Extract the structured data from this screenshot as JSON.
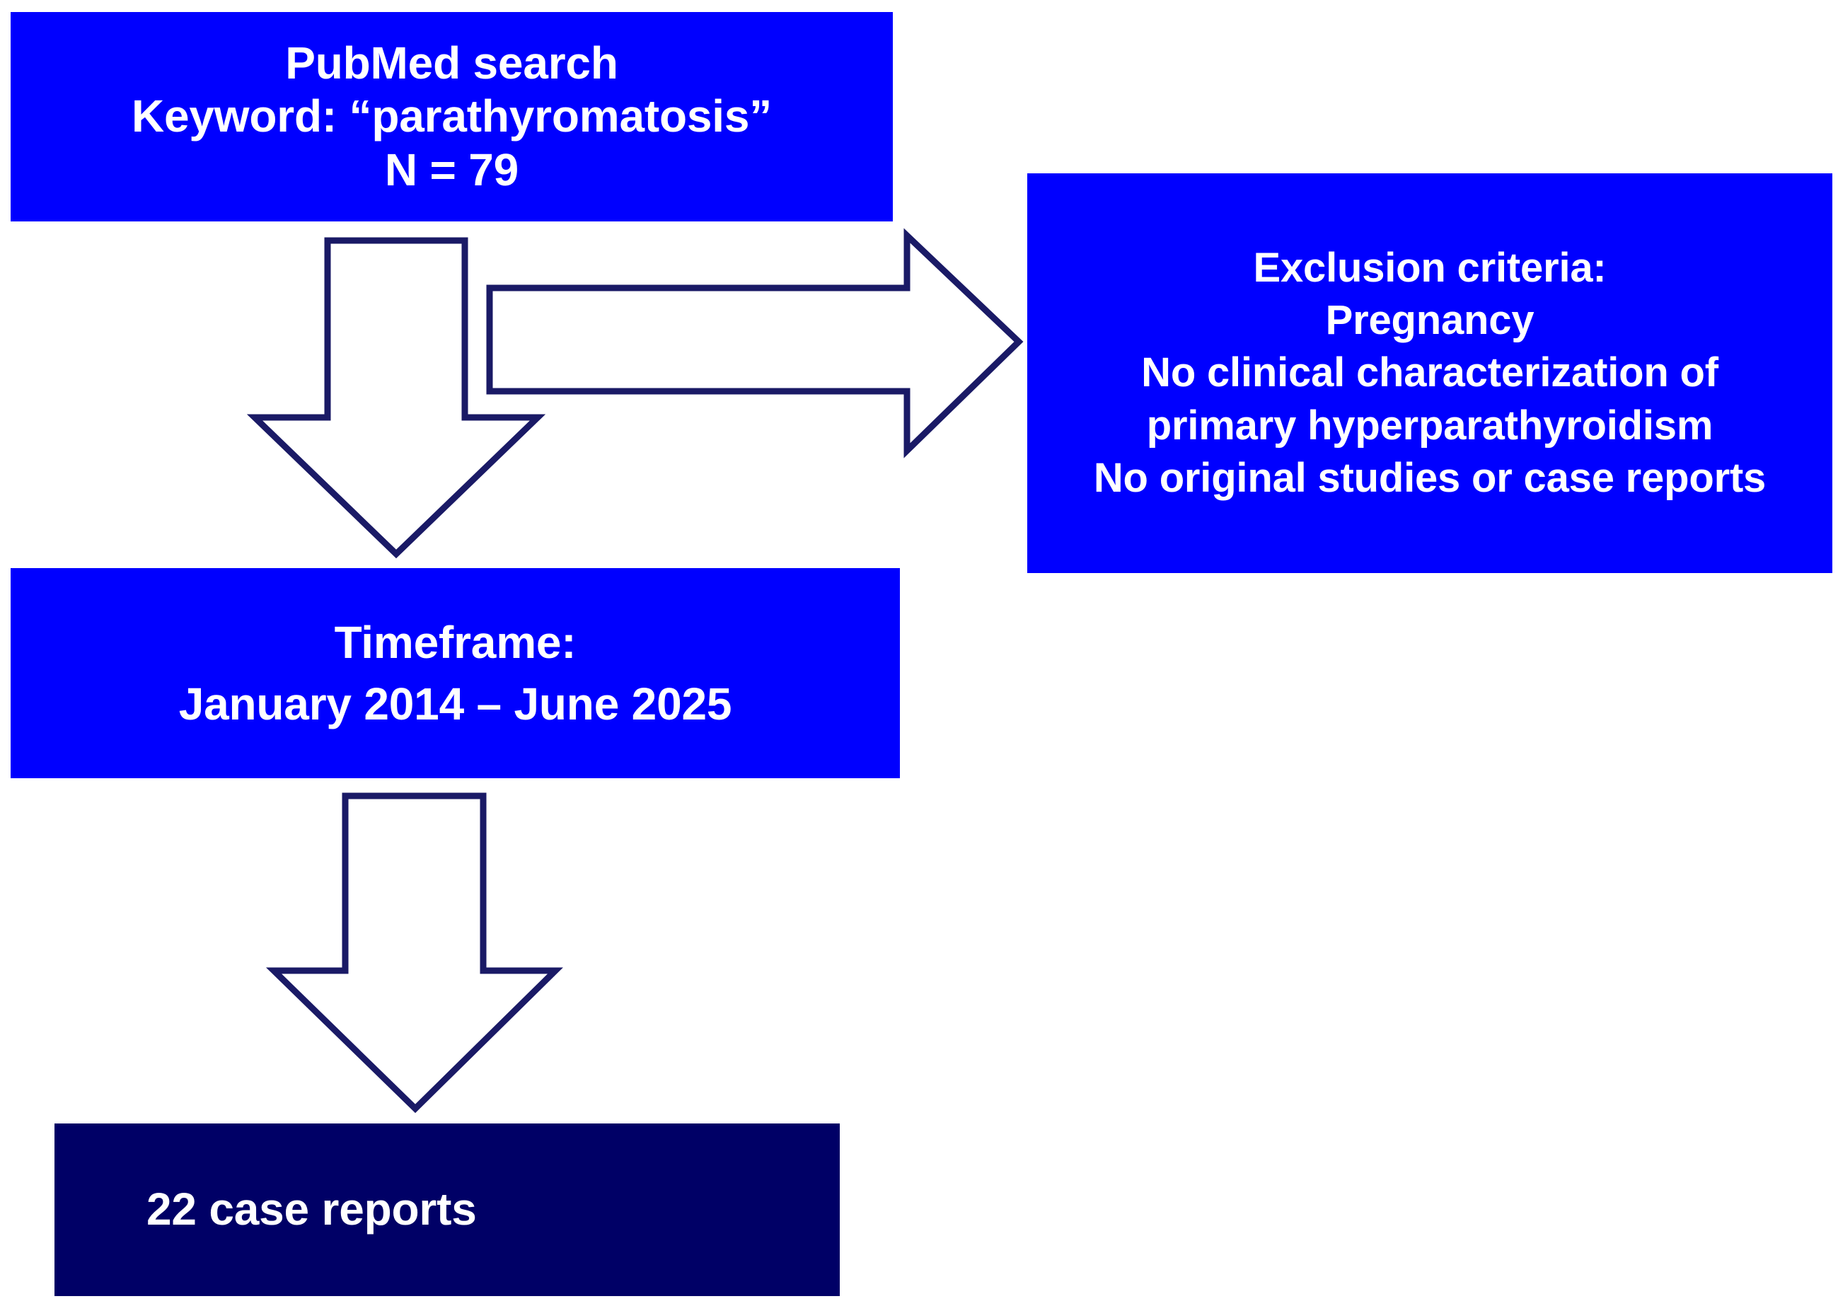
{
  "figure": {
    "type": "flowchart",
    "orientation": "top-to-bottom with one lateral exclusion branch",
    "background_color": "#ffffff"
  },
  "colors": {
    "box_primary": "#0000ff",
    "box_result": "#000066",
    "box_text": "#ffffff",
    "arrow_fill": "#ffffff",
    "arrow_stroke": "#1a1a66"
  },
  "nodes": {
    "pubmed_search": {
      "lines": [
        "PubMed search",
        "Keyword: “parathyromatosis”",
        "N = 79"
      ],
      "line1": "PubMed search",
      "line2": "Keyword: “parathyromatosis”",
      "line3": "N = 79",
      "count_label": "N = 79",
      "count_value": 79,
      "color": "#0000ff"
    },
    "exclusion_criteria": {
      "lines": [
        "Exclusion criteria:",
        "Pregnancy",
        "No clinical characterization of",
        "primary hyperparathyroidism",
        "No original studies or case reports"
      ],
      "line1": "Exclusion criteria:",
      "line2": "Pregnancy",
      "line3": "No clinical characterization of",
      "line4": "primary hyperparathyroidism",
      "line5": "No original studies or case reports",
      "color": "#0000ff"
    },
    "timeframe": {
      "lines": [
        "Timeframe:",
        "January 2014 – June 2025"
      ],
      "line1": "Timeframe:",
      "line2": "January 2014 – June 2025",
      "start": "January 2014",
      "end": "June 2025",
      "color": "#0000ff"
    },
    "result": {
      "lines": [
        "22 case reports"
      ],
      "line1": "22 case reports",
      "count_value": 22,
      "color": "#000066"
    }
  },
  "edges": [
    {
      "name": "pubmed-to-timeframe",
      "direction": "down",
      "from": "pubmed_search",
      "to": "timeframe",
      "style": "hollow-block-arrow"
    },
    {
      "name": "pubmed-to-exclusion",
      "direction": "right",
      "from": "pubmed_search",
      "to": "exclusion_criteria",
      "style": "hollow-block-arrow"
    },
    {
      "name": "timeframe-to-result",
      "direction": "down",
      "from": "timeframe",
      "to": "result",
      "style": "hollow-block-arrow"
    }
  ]
}
